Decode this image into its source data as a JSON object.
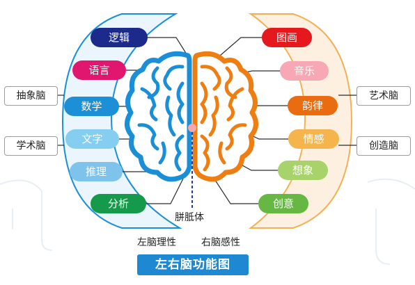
{
  "left_items": [
    {
      "label": "逻辑",
      "color": "#1c2a8c"
    },
    {
      "label": "语言",
      "color": "#e0166f"
    },
    {
      "label": "数学",
      "color": "#1d8fd6"
    },
    {
      "label": "文字",
      "color": "#86cdf2"
    },
    {
      "label": "推理",
      "color": "#7ec3ec"
    },
    {
      "label": "分析",
      "color": "#159a4c"
    }
  ],
  "right_items": [
    {
      "label": "图画",
      "color": "#e4181d"
    },
    {
      "label": "音乐",
      "color": "#f7a8b4"
    },
    {
      "label": "韵律",
      "color": "#e96c10"
    },
    {
      "label": "情感",
      "color": "#f6b54c"
    },
    {
      "label": "想象",
      "color": "#a8d36a"
    },
    {
      "label": "创意",
      "color": "#66b843"
    }
  ],
  "side_labels": {
    "abstract": "抽象脑",
    "academic": "学术脑",
    "art": "艺术脑",
    "creative": "创造脑"
  },
  "corpus_label": "胼胝体",
  "left_caption": "左脑理性",
  "right_caption": "右脑感性",
  "title": "左右脑功能图",
  "colors": {
    "left_brain": "#1a8fd8",
    "right_brain": "#ee7d12",
    "left_panel": "#eaf5fd",
    "right_panel": "#fdf0e0"
  }
}
